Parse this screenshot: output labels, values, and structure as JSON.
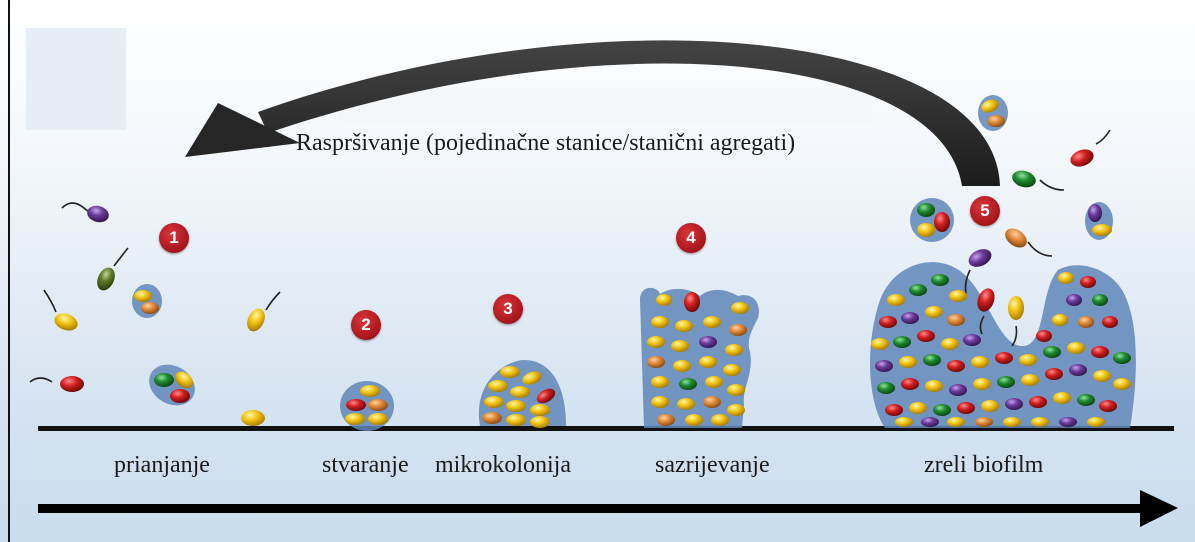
{
  "dispersal_caption": "Raspršivanje (pojedinačne stanice/stanični agregati)",
  "stages": [
    {
      "number": "1",
      "label": "prianjanje"
    },
    {
      "number": "2",
      "label": "stvaranje"
    },
    {
      "number": "3",
      "label": "mikrokolonija"
    },
    {
      "number": "4",
      "label": "sazrijevanje"
    },
    {
      "number": "5",
      "label": "zreli biofilm"
    }
  ],
  "colors": {
    "arrow": "#2b2b2b",
    "surface": "#111111",
    "matrix": "#5f86b8",
    "badge": "#b01b21",
    "cell_yellow": "#f2c515",
    "cell_red": "#d11f1f",
    "cell_green": "#1f8a2f",
    "cell_purple": "#6a3a9a",
    "cell_orange": "#e08a3a",
    "cell_olive": "#5a7a2a"
  }
}
